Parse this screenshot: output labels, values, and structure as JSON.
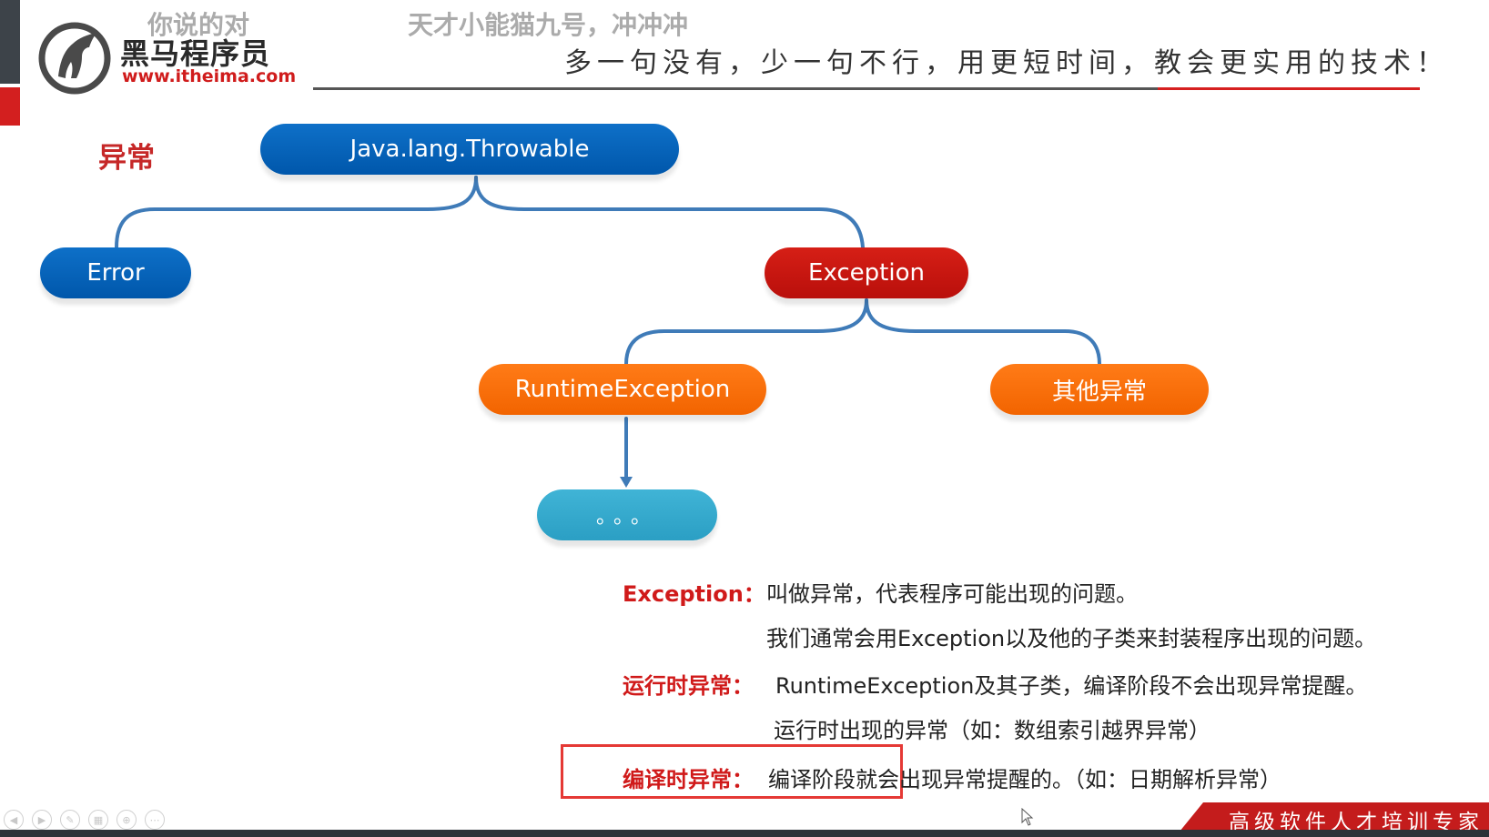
{
  "header": {
    "logo_name": "黑马程序员",
    "logo_url": "www.itheima.com",
    "overlay_left": "你说的对",
    "overlay_center": "天才小能猫九号，冲冲冲",
    "slogan": "多一句没有，少一句不行，用更短时间，教会更实用的技术！"
  },
  "section_title": "异常",
  "tree": {
    "root": "Java.lang.Throwable",
    "error": "Error",
    "exception": "Exception",
    "runtime": "RuntimeException",
    "other": "其他异常",
    "more": "。。。"
  },
  "descriptions": {
    "exception_label": "Exception：",
    "exception_line1": "叫做异常，代表程序可能出现的问题。",
    "exception_line2": "我们通常会用Exception以及他的子类来封装程序出现的问题。",
    "runtime_label": "运行时异常：",
    "runtime_line1": "RuntimeException及其子类，编译阶段不会出现异常提醒。",
    "runtime_line2": "运行时出现的异常（如：数组索引越界异常）",
    "compile_label": "编译时异常：",
    "compile_line1": "编译阶段就会出现异常提醒的。（如：日期解析异常）"
  },
  "footer": {
    "banner": "高级软件人才培训专家"
  },
  "player_controls": [
    "◀",
    "▶",
    "✎",
    "▦",
    "⊕",
    "⋯"
  ],
  "colors": {
    "brand_red": "#d01a1a",
    "node_blue": "#0062b8",
    "node_red": "#c8140f",
    "node_orange": "#f86e0a",
    "node_teal": "#35a9cd",
    "connector": "#3f7bb8"
  }
}
